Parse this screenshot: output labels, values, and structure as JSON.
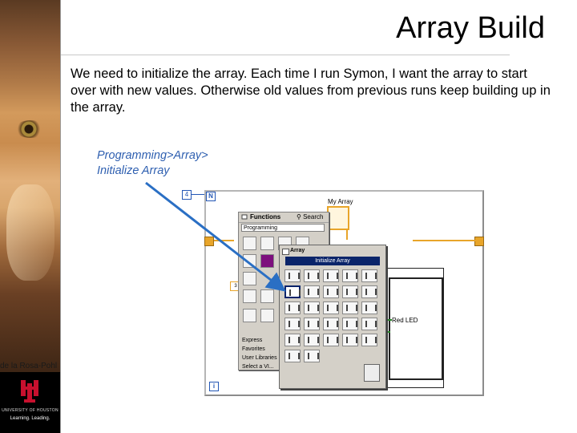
{
  "slide": {
    "title": "Array Build",
    "body": "We need to initialize the array. Each time I run Symon, I want the array to start over with new values. Otherwise old values from previous runs keep building up in the array.",
    "caption_line1": "Programming>Array>",
    "caption_line2": "Initialize Array",
    "credit": "de la Rosa-Pohl",
    "logo_line1": "UNIVERSITY OF HOUSTON",
    "logo_line2": "Learning. Leading."
  },
  "diagram": {
    "count_terminal": "4",
    "n_terminal": "N",
    "i_terminal": "i",
    "myarray_label": "My Array",
    "redled_label": "Red LED",
    "shift_note": "3"
  },
  "functions_palette": {
    "title": "Functions",
    "search": "Search",
    "category": "Programming",
    "list_items": [
      "Express",
      "Favorites",
      "User Libraries",
      "Select a VI..."
    ]
  },
  "array_palette": {
    "title": "Array",
    "tooltip": "Initialize Array",
    "selected_index": 5
  },
  "colors": {
    "caption": "#2e5fb0",
    "arrow": "#2a6fc4",
    "wire_orange": "#e8a52a",
    "wire_green": "#2a8a2a",
    "tooltip_bg": "#0a246a",
    "logo_red": "#c8102e"
  },
  "icons": [
    "pin-icon",
    "search-icon",
    "uh-logo-icon",
    "arrow-pointer"
  ]
}
